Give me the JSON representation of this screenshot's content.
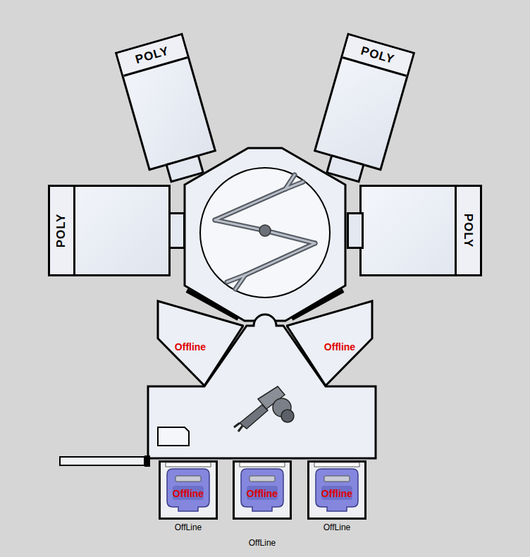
{
  "diagram": {
    "nodes": [
      {
        "text": [
          "POLY"
        ]
      },
      {
        "text": [
          "POLY"
        ]
      },
      {
        "text": [
          "POLY"
        ]
      },
      {
        "text": [
          "POLY"
        ]
      },
      {
        "text": [
          "Offline"
        ]
      },
      {
        "text": [
          "Offline"
        ]
      },
      {
        "text": [
          "Offline",
          "OffLine"
        ]
      },
      {
        "text": [
          "Offline",
          "OffLine"
        ]
      },
      {
        "text": [
          "Offline",
          "OffLine"
        ]
      }
    ]
  }
}
